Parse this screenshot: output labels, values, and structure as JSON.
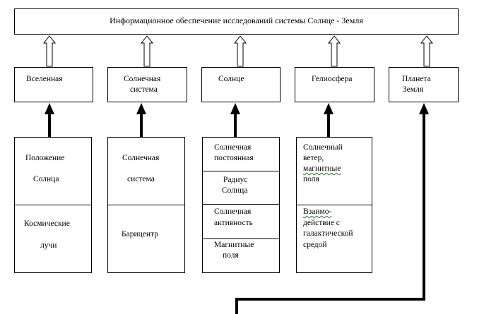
{
  "top": {
    "title": "Информационное обеспечение исследований системы Солнце - Земля"
  },
  "categories": [
    {
      "id": "universe",
      "label_lines": [
        "Вселенная"
      ]
    },
    {
      "id": "solar-system",
      "label_lines": [
        "Солнечная",
        "система"
      ]
    },
    {
      "id": "sun",
      "label_lines": [
        "Солнце"
      ]
    },
    {
      "id": "heliosphere",
      "label_lines": [
        "Гелиосфера"
      ]
    },
    {
      "id": "earth",
      "label_lines": [
        "Планета",
        "Земля"
      ]
    }
  ],
  "columns": [
    {
      "top": [
        "Положение",
        "Солнца"
      ],
      "bottom": [
        "Космические",
        "лучи"
      ]
    },
    {
      "top": [
        "Солнечная",
        "система"
      ],
      "bottom": [
        "Барицентр"
      ]
    },
    {
      "items": [
        [
          "Солнечная",
          "постоянная"
        ],
        [
          "Радиус",
          "Солнца"
        ],
        [
          "Солнечная",
          "активность"
        ],
        [
          "Магнитные",
          "поля"
        ]
      ]
    },
    {
      "top": [
        "Солнечный",
        "ветер,",
        "магнитные",
        "поля"
      ],
      "bottom": [
        "Взаимо-",
        "действие с",
        "галактической",
        "средой"
      ]
    }
  ]
}
